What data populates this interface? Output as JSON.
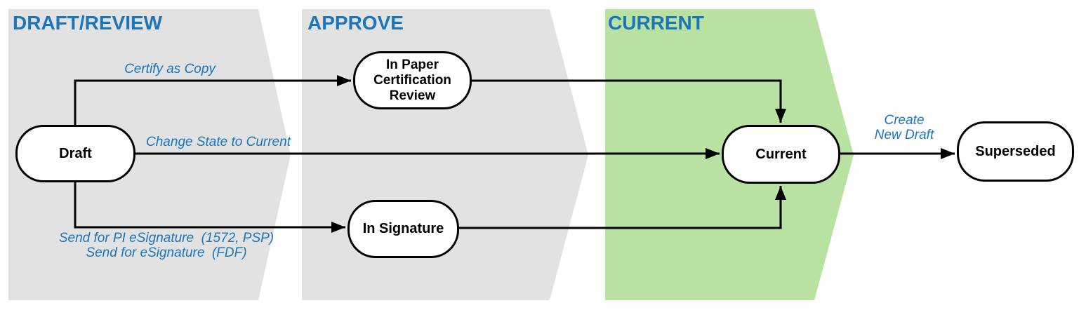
{
  "diagram": {
    "sections": [
      {
        "label": "DRAFT/REVIEW"
      },
      {
        "label": "APPROVE"
      },
      {
        "label": "CURRENT"
      }
    ],
    "nodes": [
      {
        "label": "Draft"
      },
      {
        "label": "In Paper\nCertification\nReview"
      },
      {
        "label": "In Signature"
      },
      {
        "label": "Current"
      },
      {
        "label": "Superseded"
      }
    ],
    "transitions": [
      {
        "label": "Certify as Copy"
      },
      {
        "label": "Change State to Current"
      },
      {
        "label": "Send for PI eSignature  (1572, PSP)\nSend for eSignature  (FDF)"
      },
      {
        "label": "Create\nNew Draft"
      }
    ],
    "colors": {
      "section_fill_gray": "#e2e2e2",
      "section_fill_green": "#b9e1a1",
      "heading_text": "#1b75bb",
      "transition_text": "#1b75bb",
      "node_fill": "#ffffff",
      "node_border": "#000000",
      "edge": "#000000"
    }
  }
}
